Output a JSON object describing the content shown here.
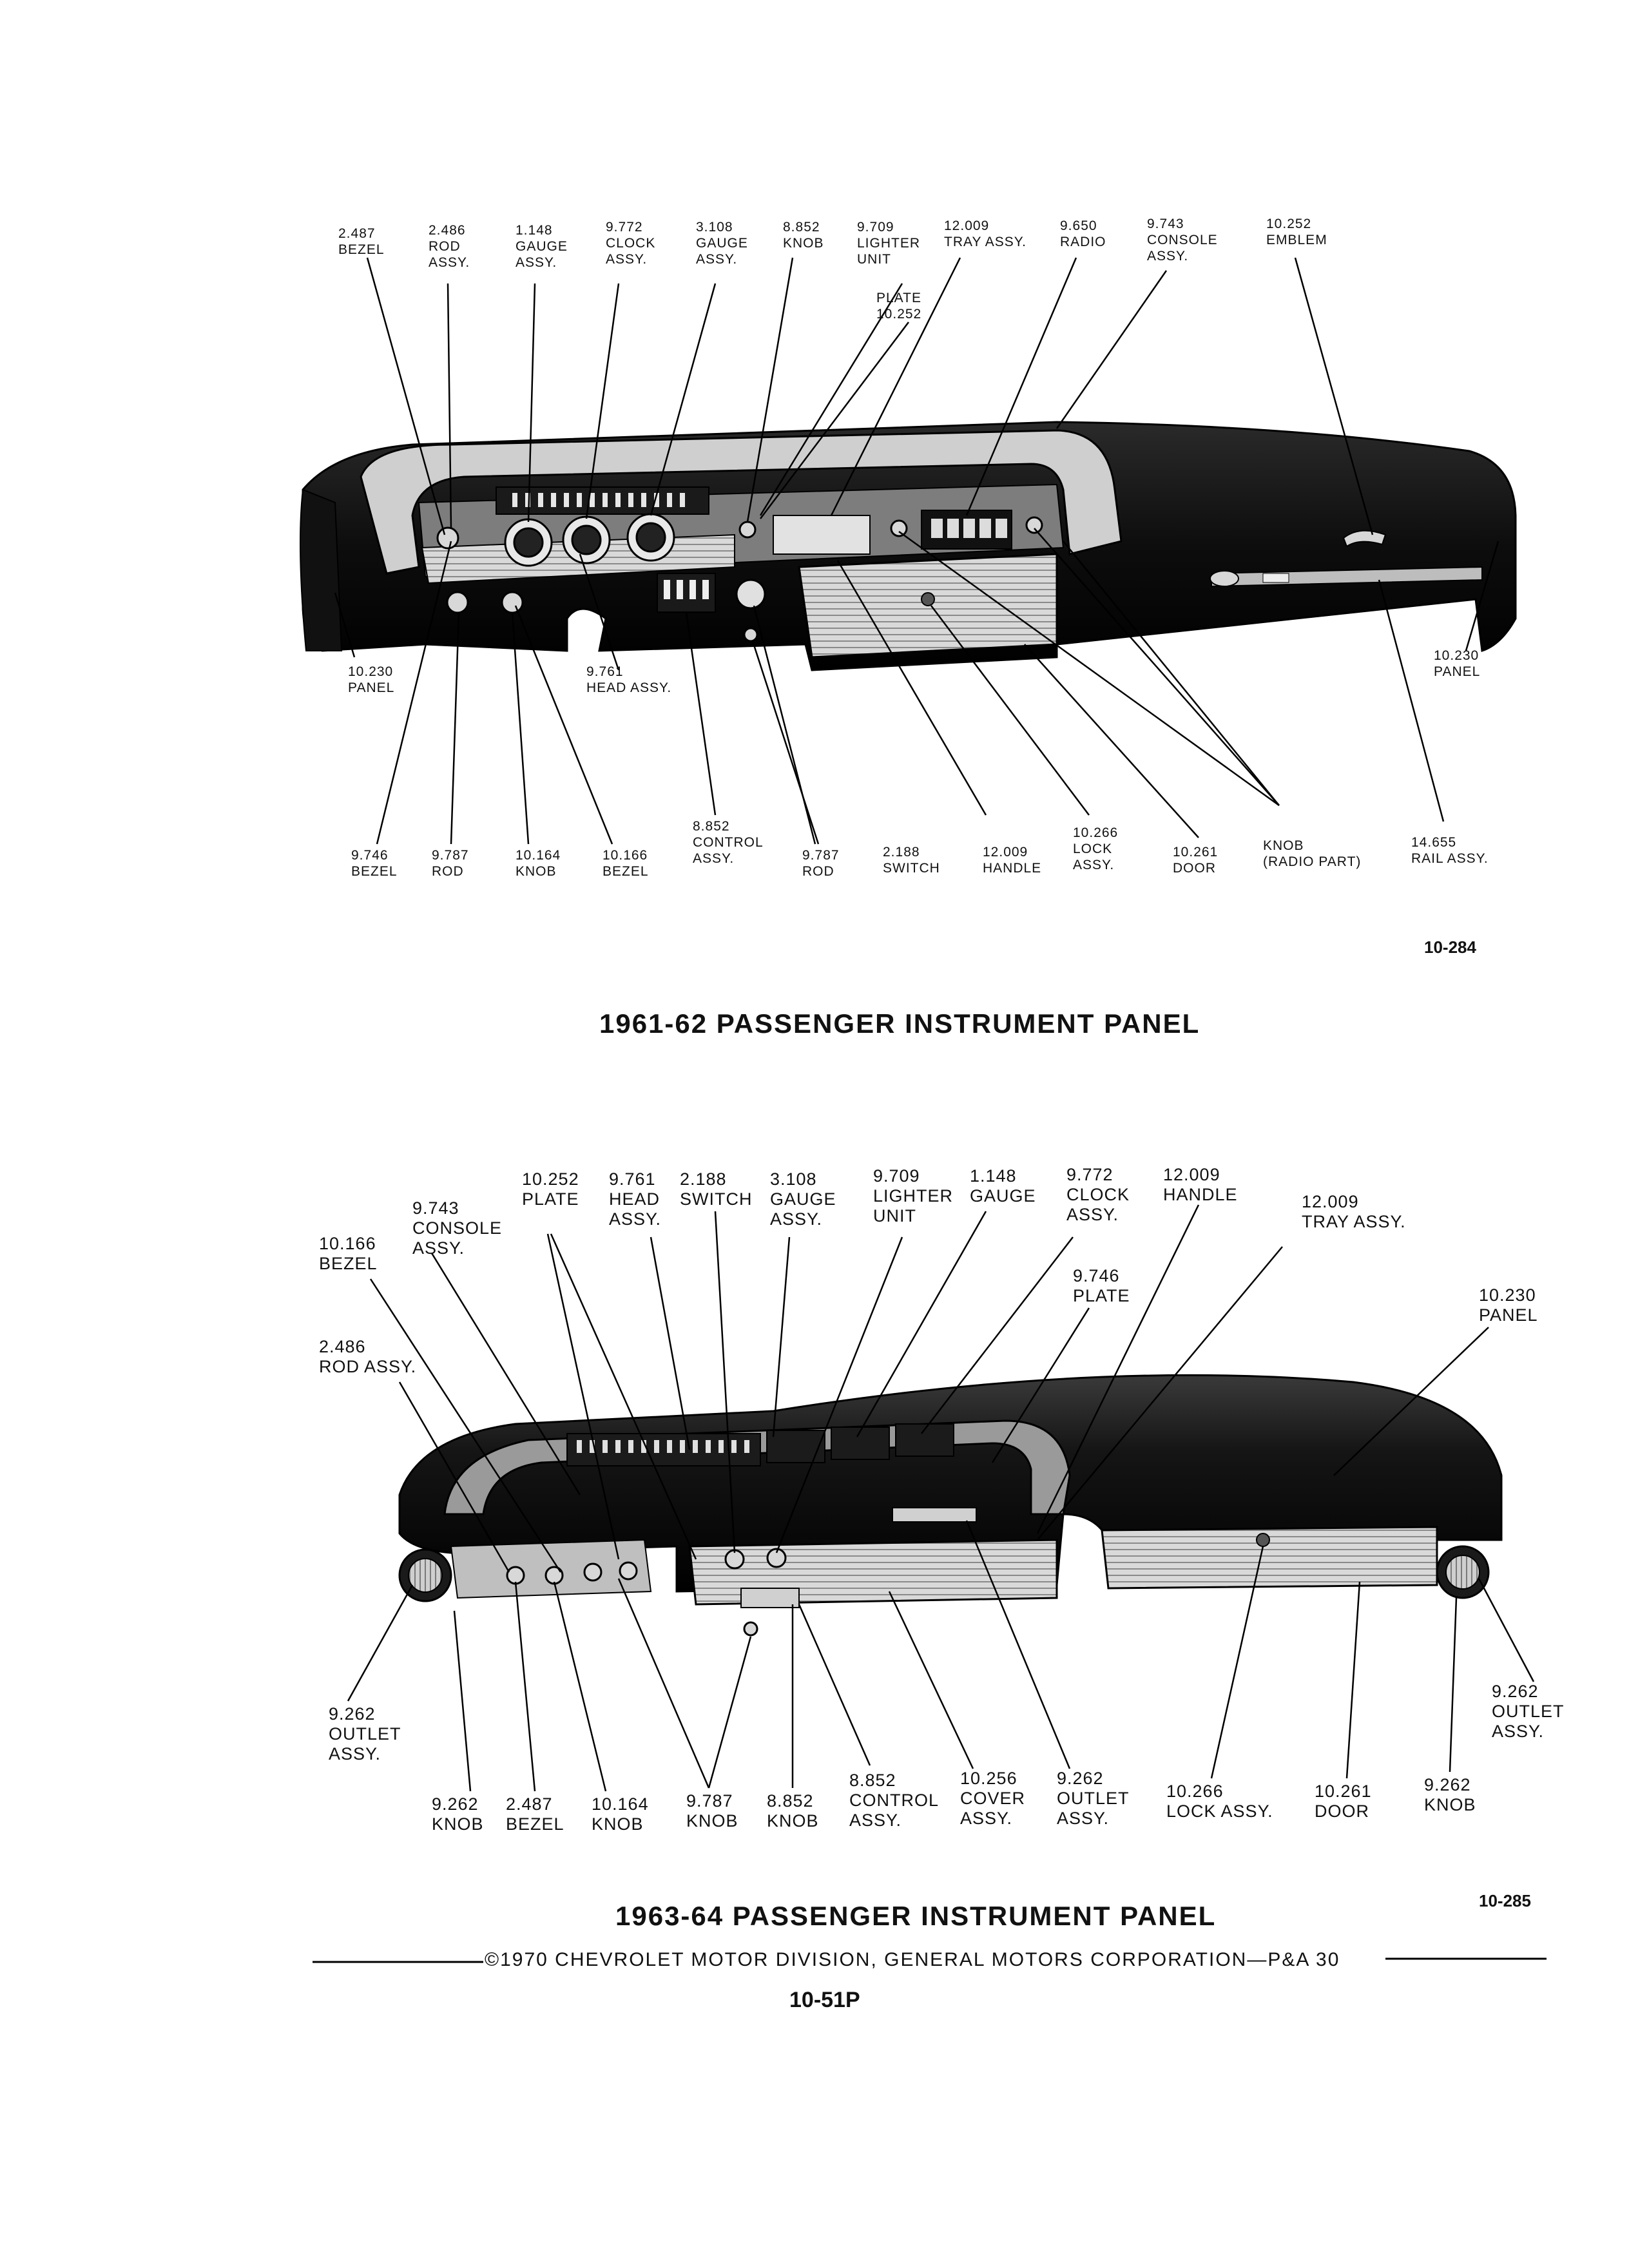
{
  "figure1": {
    "title": "1961-62 PASSENGER INSTRUMENT PANEL",
    "figure_number": "10-284",
    "labels_top": [
      {
        "id": "t1",
        "lines": [
          "2.487",
          "BEZEL"
        ]
      },
      {
        "id": "t2",
        "lines": [
          "2.486",
          "ROD",
          "ASSY."
        ]
      },
      {
        "id": "t3",
        "lines": [
          "1.148",
          "GAUGE",
          "ASSY."
        ]
      },
      {
        "id": "t4",
        "lines": [
          "9.772",
          "CLOCK",
          "ASSY."
        ]
      },
      {
        "id": "t5",
        "lines": [
          "3.108",
          "GAUGE",
          "ASSY."
        ]
      },
      {
        "id": "t6",
        "lines": [
          "8.852",
          "KNOB"
        ]
      },
      {
        "id": "t7",
        "lines": [
          "9.709",
          "LIGHTER",
          "UNIT"
        ]
      },
      {
        "id": "t8",
        "lines": [
          "12.009",
          "TRAY ASSY."
        ]
      },
      {
        "id": "t9",
        "lines": [
          "9.650",
          "RADIO"
        ]
      },
      {
        "id": "t10",
        "lines": [
          "9.743",
          "CONSOLE",
          "ASSY."
        ]
      },
      {
        "id": "t11",
        "lines": [
          "10.252",
          "EMBLEM"
        ]
      },
      {
        "id": "t12",
        "lines": [
          "PLATE",
          "10.252"
        ]
      }
    ],
    "labels_mid": [
      {
        "id": "m1",
        "lines": [
          "10.230",
          "PANEL"
        ]
      },
      {
        "id": "m2",
        "lines": [
          "9.761",
          "HEAD ASSY."
        ]
      },
      {
        "id": "m3",
        "lines": [
          "10.230",
          "PANEL"
        ]
      }
    ],
    "labels_bottom": [
      {
        "id": "b1",
        "lines": [
          "9.746",
          "BEZEL"
        ]
      },
      {
        "id": "b2",
        "lines": [
          "9.787",
          "ROD"
        ]
      },
      {
        "id": "b3",
        "lines": [
          "10.164",
          "KNOB"
        ]
      },
      {
        "id": "b4",
        "lines": [
          "10.166",
          "BEZEL"
        ]
      },
      {
        "id": "b5",
        "lines": [
          "8.852",
          "CONTROL",
          "ASSY."
        ]
      },
      {
        "id": "b6",
        "lines": [
          "9.787",
          "ROD"
        ]
      },
      {
        "id": "b7",
        "lines": [
          "2.188",
          "SWITCH"
        ]
      },
      {
        "id": "b8",
        "lines": [
          "12.009",
          "HANDLE"
        ]
      },
      {
        "id": "b9",
        "lines": [
          "10.266",
          "LOCK",
          "ASSY."
        ]
      },
      {
        "id": "b10",
        "lines": [
          "10.261",
          "DOOR"
        ]
      },
      {
        "id": "b11",
        "lines": [
          "KNOB",
          "(RADIO PART)"
        ]
      },
      {
        "id": "b12",
        "lines": [
          "14.655",
          "RAIL ASSY."
        ]
      }
    ]
  },
  "figure2": {
    "title": "1963-64 PASSENGER INSTRUMENT PANEL",
    "figure_number": "10-285",
    "labels_top": [
      {
        "id": "u1",
        "lines": [
          "10.166",
          "BEZEL"
        ]
      },
      {
        "id": "u2",
        "lines": [
          "9.743",
          "CONSOLE",
          "ASSY."
        ]
      },
      {
        "id": "u3",
        "lines": [
          "10.252",
          "PLATE"
        ]
      },
      {
        "id": "u4",
        "lines": [
          "9.761",
          "HEAD",
          "ASSY."
        ]
      },
      {
        "id": "u5",
        "lines": [
          "2.188",
          "SWITCH"
        ]
      },
      {
        "id": "u6",
        "lines": [
          "3.108",
          "GAUGE",
          "ASSY."
        ]
      },
      {
        "id": "u7",
        "lines": [
          "9.709",
          "LIGHTER",
          "UNIT"
        ]
      },
      {
        "id": "u8",
        "lines": [
          "1.148",
          "GAUGE"
        ]
      },
      {
        "id": "u9",
        "lines": [
          "9.772",
          "CLOCK",
          "ASSY."
        ]
      },
      {
        "id": "u10",
        "lines": [
          "12.009",
          "HANDLE"
        ]
      },
      {
        "id": "u11",
        "lines": [
          "12.009",
          "TRAY ASSY."
        ]
      },
      {
        "id": "u12",
        "lines": [
          "9.746",
          "PLATE"
        ]
      },
      {
        "id": "u13",
        "lines": [
          "10.230",
          "PANEL"
        ]
      },
      {
        "id": "u14",
        "lines": [
          "2.486",
          "ROD ASSY."
        ]
      }
    ],
    "labels_mid": [
      {
        "id": "v1",
        "lines": [
          "9.262",
          "OUTLET",
          "ASSY."
        ]
      },
      {
        "id": "v2",
        "lines": [
          "9.262",
          "OUTLET",
          "ASSY."
        ]
      }
    ],
    "labels_bottom": [
      {
        "id": "w1",
        "lines": [
          "9.262",
          "KNOB"
        ]
      },
      {
        "id": "w2",
        "lines": [
          "2.487",
          "BEZEL"
        ]
      },
      {
        "id": "w3",
        "lines": [
          "10.164",
          "KNOB"
        ]
      },
      {
        "id": "w4",
        "lines": [
          "9.787",
          "KNOB"
        ]
      },
      {
        "id": "w5",
        "lines": [
          "8.852",
          "KNOB"
        ]
      },
      {
        "id": "w6",
        "lines": [
          "8.852",
          "CONTROL",
          "ASSY."
        ]
      },
      {
        "id": "w7",
        "lines": [
          "10.256",
          "COVER",
          "ASSY."
        ]
      },
      {
        "id": "w8",
        "lines": [
          "9.262",
          "OUTLET",
          "ASSY."
        ]
      },
      {
        "id": "w9",
        "lines": [
          "10.266",
          "LOCK ASSY."
        ]
      },
      {
        "id": "w10",
        "lines": [
          "10.261",
          "DOOR"
        ]
      },
      {
        "id": "w11",
        "lines": [
          "9.262",
          "KNOB"
        ]
      }
    ]
  },
  "footer": {
    "copyright": "©1970 CHEVROLET MOTOR DIVISION, GENERAL MOTORS CORPORATION—P&A 30",
    "page_code": "10-51P"
  }
}
